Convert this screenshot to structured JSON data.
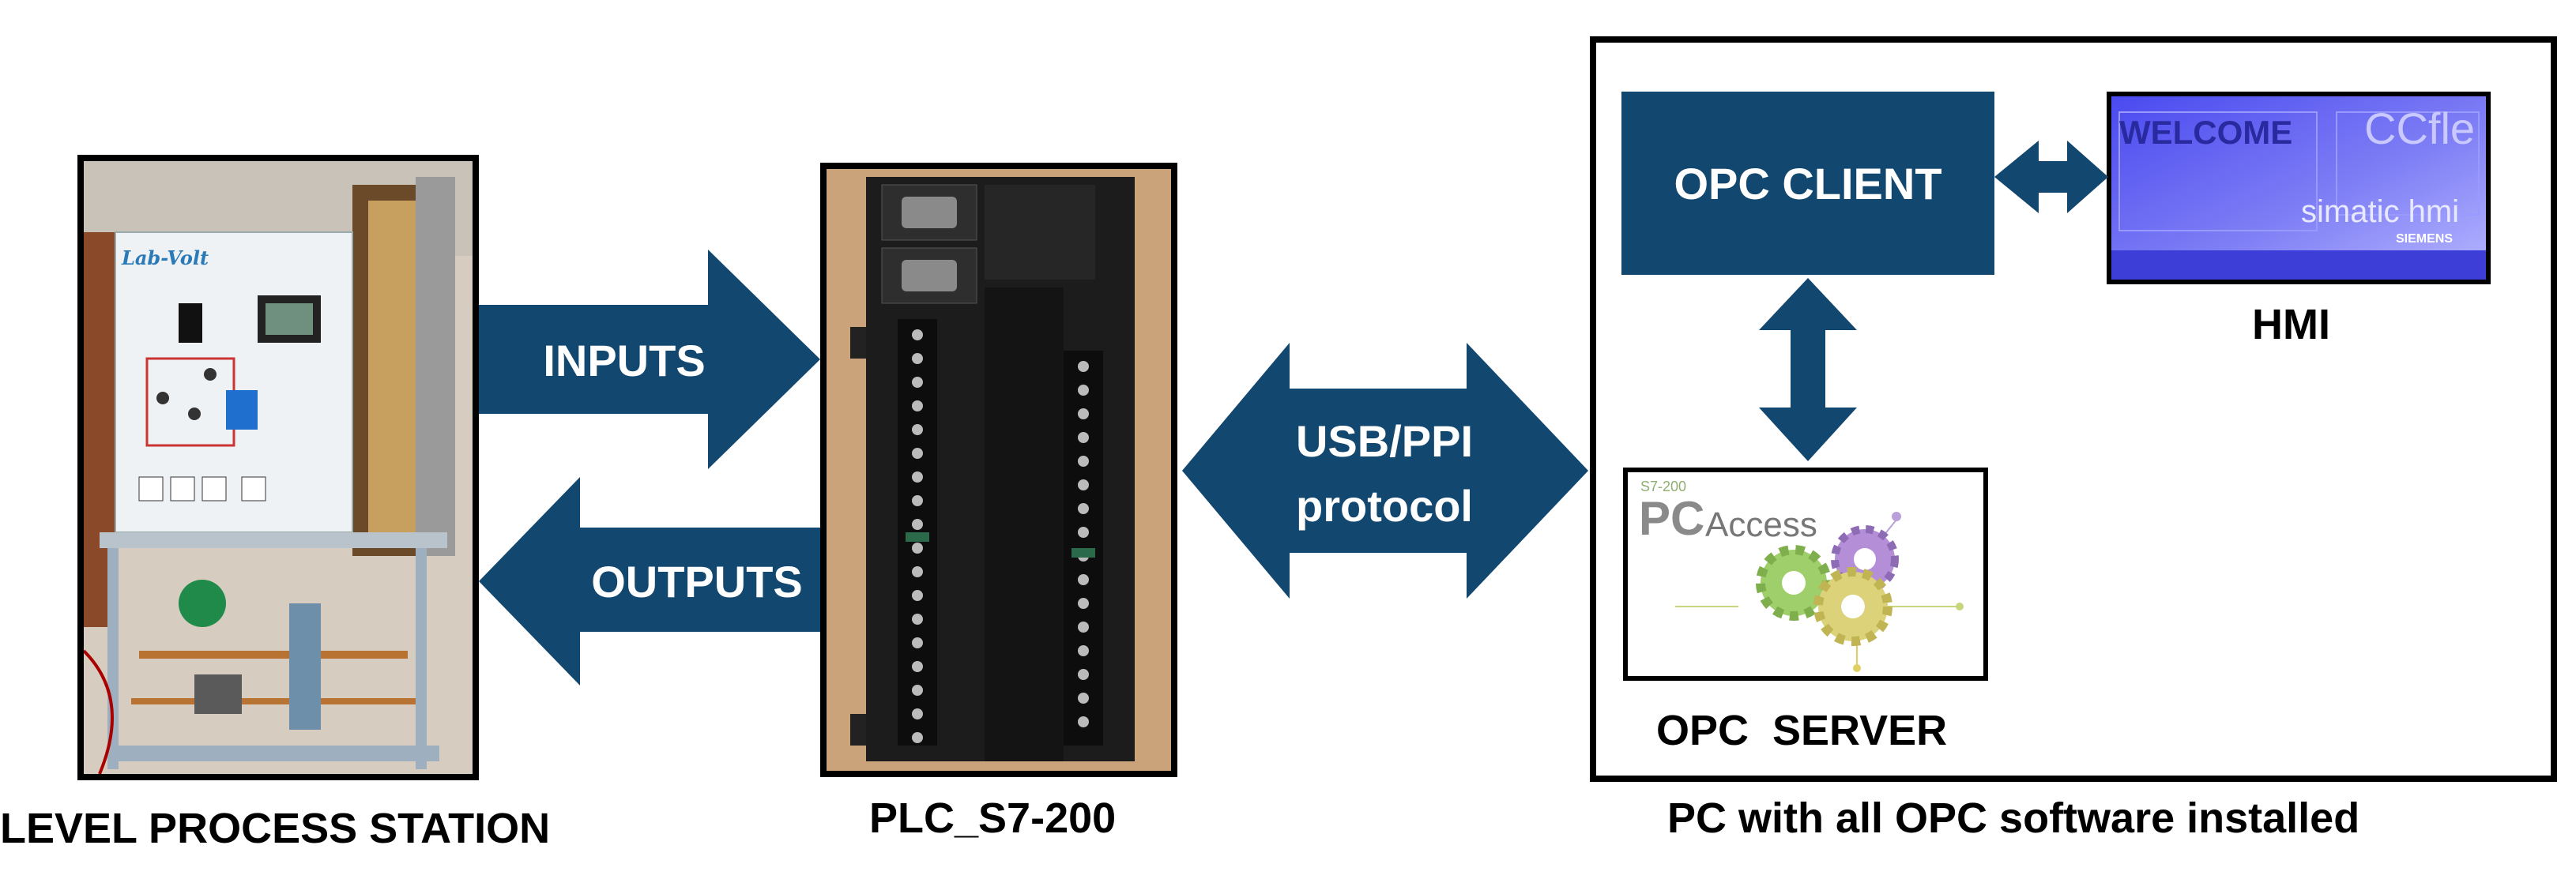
{
  "station": {
    "caption": "LEVEL PROCESS STATION",
    "brand": "Lab-Volt"
  },
  "plc": {
    "caption": "PLC_S7-200"
  },
  "arrows": {
    "inputs": "INPUTS",
    "outputs": "OUTPUTS",
    "comm_line1": "USB/PPI",
    "comm_line2": "protocol"
  },
  "pc": {
    "caption": "PC with all OPC software installed",
    "opc_client": "OPC CLIENT",
    "opc_server": "OPC  SERVER",
    "hmi": "HMI"
  },
  "hmi_screen": {
    "welcome": "WELCOME",
    "cc_text": "CCfle",
    "product": "simatic hmi",
    "vendor": "SIEMENS"
  },
  "pcaccess": {
    "version": "S7-200",
    "pc": "PC",
    "access": "Access"
  },
  "colors": {
    "arrow": "#12476f",
    "box": "#12476f",
    "frame": "#000000"
  }
}
